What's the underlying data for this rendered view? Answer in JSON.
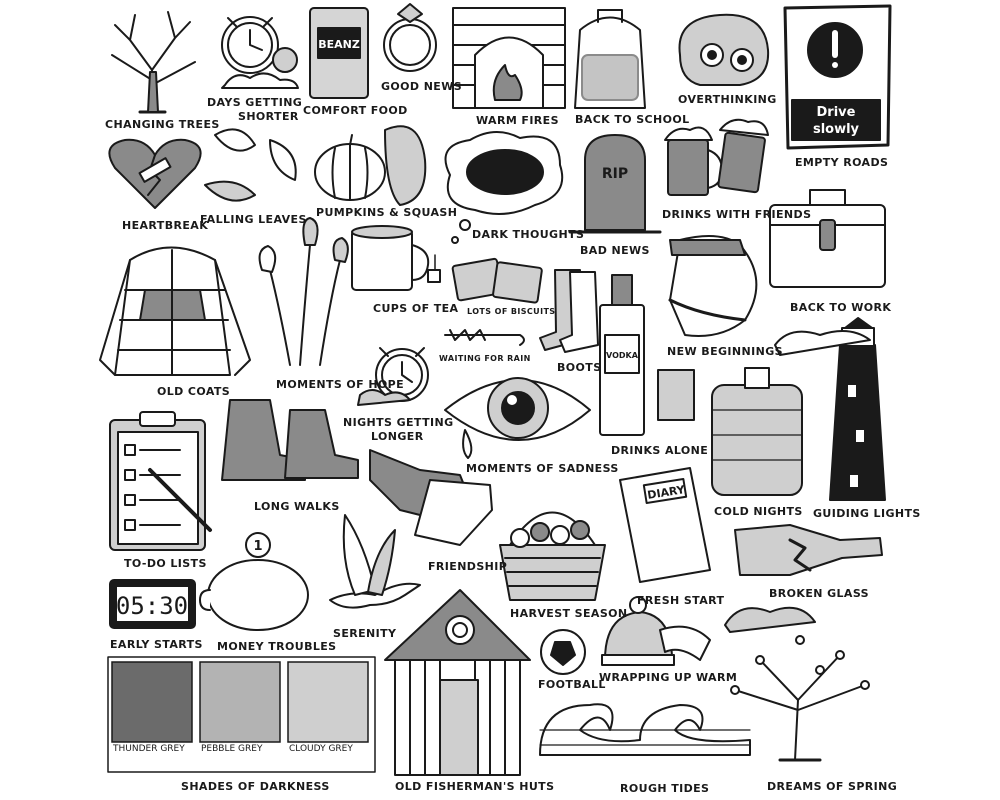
{
  "labels": {
    "changing_trees": "CHANGING TREES",
    "days_getting_shorter_1": "DAYS GETTING",
    "days_getting_shorter_2": "SHORTER",
    "comfort_food": "COMFORT FOOD",
    "good_news": "GOOD NEWS",
    "warm_fires": "WARM FIRES",
    "back_to_school": "BACK TO SCHOOL",
    "overthinking": "OVERTHINKING",
    "empty_roads": "EMPTY ROADS",
    "heartbreak": "HEARTBREAK",
    "falling_leaves": "FALLING LEAVES",
    "pumpkins_squash": "PUMPKINS & SQUASH",
    "dark_thoughts": "DARK THOUGHTS",
    "bad_news": "BAD NEWS",
    "drinks_with_friends": "DRINKS WITH FRIENDS",
    "cups_of_tea": "CUPS OF TEA",
    "lots_of_biscuits": "LOTS OF BISCUITS",
    "back_to_work": "BACK TO WORK",
    "old_coats": "OLD COATS",
    "moments_of_hope": "MOMENTS OF HOPE",
    "waiting_for_rain": "WAITING FOR RAIN",
    "boots": "BOOTS",
    "new_beginnings": "NEW BEGINNINGS",
    "nights_getting_longer_1": "NIGHTS GETTING",
    "nights_getting_longer_2": "LONGER",
    "moments_of_sadness": "MOMENTS OF SADNESS",
    "drinks_alone": "DRINKS ALONE",
    "long_walks": "LONG WALKS",
    "cold_nights": "COLD NIGHTS",
    "guiding_lights": "GUIDING LIGHTS",
    "to_do_lists": "TO-DO LISTS",
    "friendship": "FRIENDSHIP",
    "harvest_season": "HARVEST SEASON",
    "fresh_start": "FRESH START",
    "broken_glass": "BROKEN GLASS",
    "early_starts": "EARLY STARTS",
    "money_troubles": "MONEY TROUBLES",
    "serenity": "SERENITY",
    "football": "FOOTBALL",
    "wrapping_up_warm": "WRAPPING UP WARM",
    "shades_of_darkness": "SHADES OF DARKNESS",
    "old_fishermans_huts": "OLD FISHERMAN'S HUTS",
    "rough_tides": "ROUGH TIDES",
    "dreams_of_spring": "DREAMS OF SPRING"
  },
  "items": {
    "beanz_can": "BEANZ",
    "road_sign_line1": "Drive",
    "road_sign_line2": "slowly",
    "gravestone": "RIP",
    "vodka_bottle": "VODKA",
    "diary": "DIARY",
    "alarm_clock_time": "05:30",
    "coin": "1"
  },
  "swatches": [
    {
      "name": "THUNDER GREY",
      "color": "#6b6b6b"
    },
    {
      "name": "PEBBLE GREY",
      "color": "#b3b3b3"
    },
    {
      "name": "CLOUDY GREY",
      "color": "#cfcfcf"
    }
  ],
  "colors": {
    "ink": "#1a1a1a",
    "mid_grey": "#8a8a8a",
    "light_grey": "#cfcfcf",
    "paper": "#ffffff"
  }
}
